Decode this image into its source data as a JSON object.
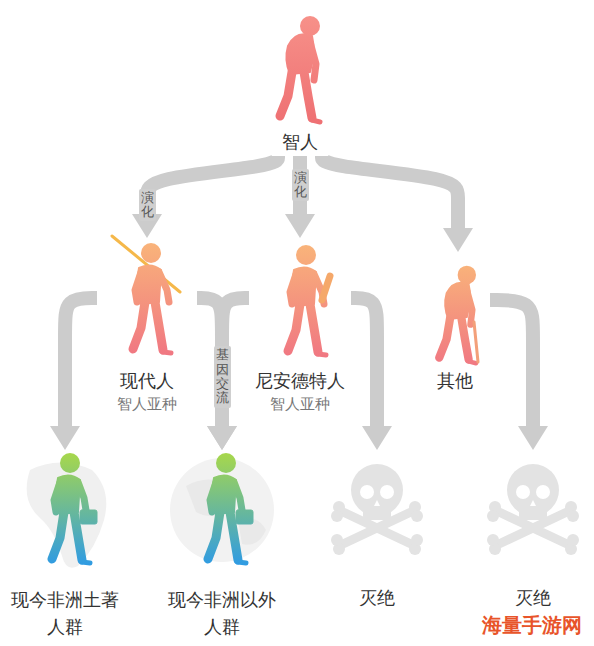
{
  "diagram": {
    "nodes": [
      {
        "text": [
          "智人"
        ]
      },
      {
        "text": [
          "现代人",
          "智人亚种"
        ]
      },
      {
        "text": [
          "尼安德特人",
          "智人亚种"
        ]
      },
      {
        "text": [
          "其他"
        ]
      },
      {
        "text": [
          "现今非洲土著 人群"
        ]
      },
      {
        "text": [
          "现今非洲以外 人群"
        ]
      },
      {
        "text": [
          "灭绝"
        ]
      },
      {
        "text": [
          "灭绝"
        ]
      }
    ],
    "edges": [
      {
        "from": 0,
        "to": 1,
        "arrow": "to",
        "label": "演化"
      },
      {
        "from": 0,
        "to": 2,
        "arrow": "to",
        "label": "演化"
      },
      {
        "from": 0,
        "to": 3,
        "arrow": "to"
      },
      {
        "from": 1,
        "to": 4,
        "arrow": "to"
      },
      {
        "from": 1,
        "to": 5,
        "arrow": "to"
      },
      {
        "from": 2,
        "to": 5,
        "arrow": "to",
        "label": "基因交流"
      },
      {
        "from": 2,
        "to": 6,
        "arrow": "to"
      },
      {
        "from": 3,
        "to": 7,
        "arrow": "to"
      }
    ],
    "labels": [
      "海量手游网"
    ]
  }
}
